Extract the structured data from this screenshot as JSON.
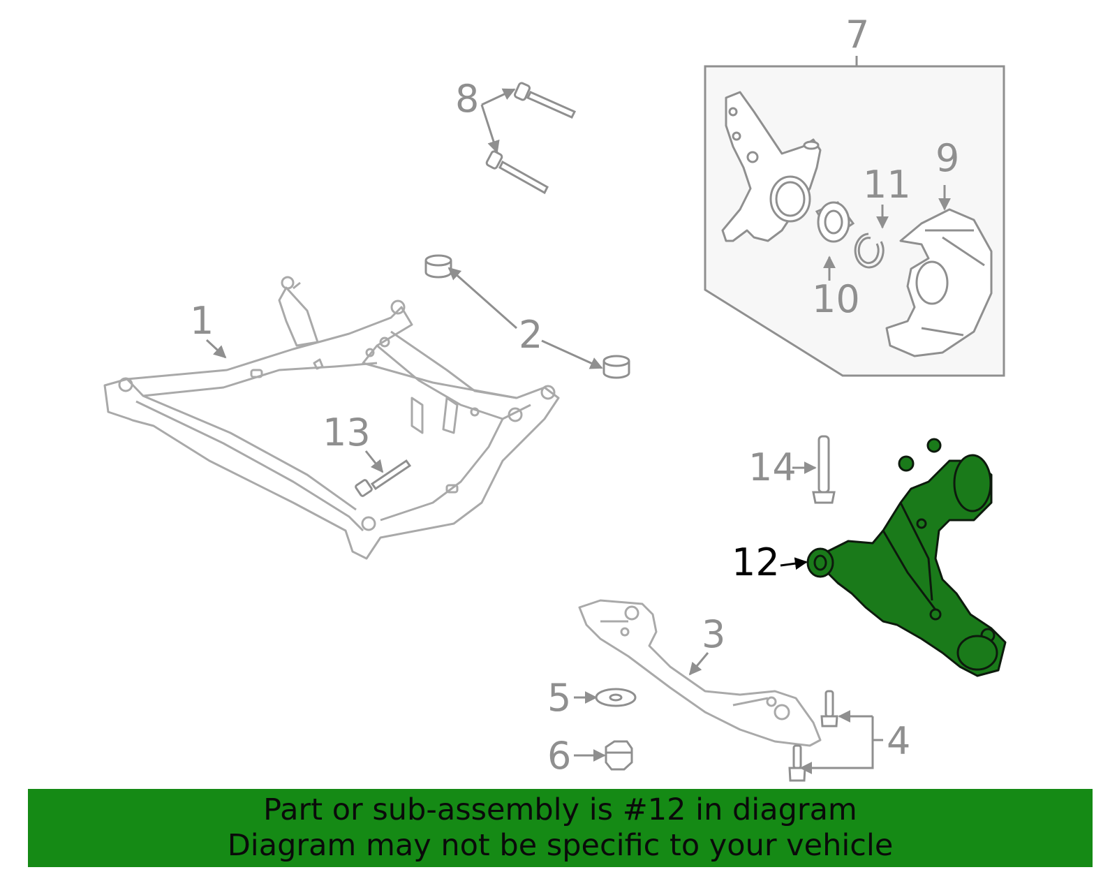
{
  "callouts": {
    "c1": "1",
    "c2": "2",
    "c3": "3",
    "c4": "4",
    "c5": "5",
    "c6": "6",
    "c7": "7",
    "c8": "8",
    "c9": "9",
    "c10": "10",
    "c11": "11",
    "c12": "12",
    "c13": "13",
    "c14": "14"
  },
  "highlighted_part": "12",
  "banner": {
    "line1": "Part or sub-assembly is #12 in diagram",
    "line2": "Diagram may not be specific to your vehicle"
  },
  "colors": {
    "line_gray": "#8f8f8f",
    "highlight_green": "#1a7a1a",
    "banner_green": "#158a15",
    "inset_fill": "#f7f7f7"
  }
}
